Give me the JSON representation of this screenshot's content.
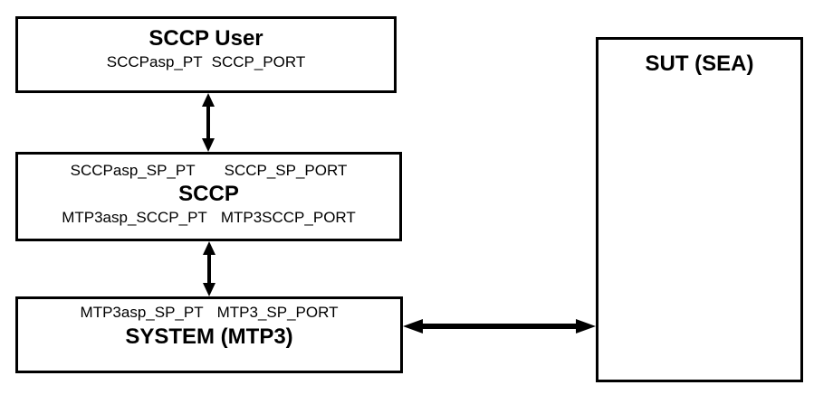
{
  "colors": {
    "line": "#000000",
    "background": "#ffffff",
    "text": "#000000"
  },
  "boxes": {
    "sccp_user": {
      "title": "SCCP User",
      "ports": [
        "SCCPasp_PT",
        "SCCP_PORT"
      ]
    },
    "sccp": {
      "top_ports": [
        "SCCPasp_SP_PT",
        "SCCP_SP_PORT"
      ],
      "title": "SCCP",
      "bottom_ports": [
        "MTP3asp_SCCP_PT",
        "MTP3SCCP_PORT"
      ]
    },
    "system_mtp3": {
      "top_ports": [
        "MTP3asp_SP_PT",
        "MTP3_SP_PORT"
      ],
      "title": "SYSTEM (MTP3)"
    },
    "sut": {
      "title": "SUT (SEA)"
    }
  },
  "arrows": [
    {
      "id": "sccp-user--sccp",
      "type": "vertical-bidirectional"
    },
    {
      "id": "sccp--system-mtp3",
      "type": "vertical-bidirectional"
    },
    {
      "id": "system-mtp3--sut",
      "type": "horizontal-bidirectional"
    }
  ]
}
